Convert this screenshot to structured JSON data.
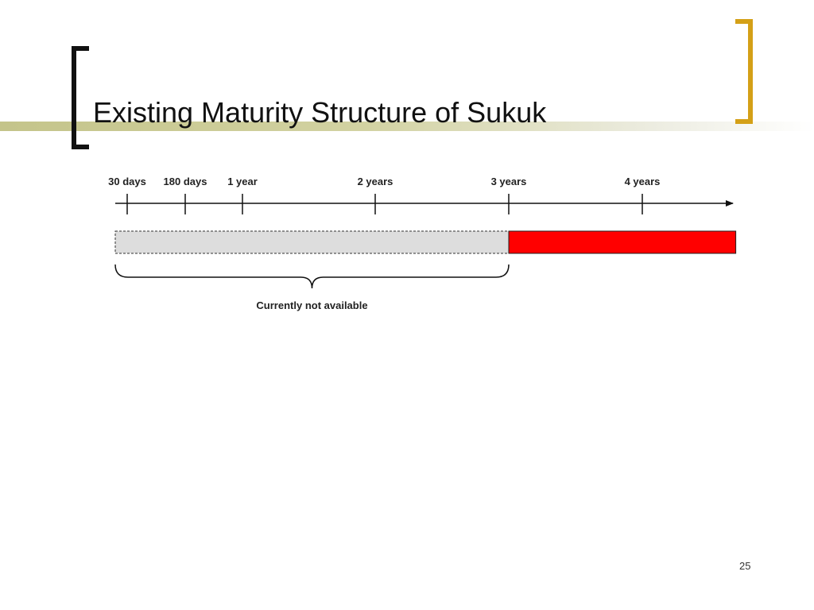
{
  "slide": {
    "title": "Existing Maturity Structure of Sukuk",
    "page_number": "25"
  },
  "colors": {
    "left_bracket": "#111111",
    "right_bracket": "#d4a017",
    "accent_line": "#c8c896",
    "unavailable_bar": "#dddddd",
    "available_bar": "#ff0000"
  },
  "timeline": {
    "ticks": [
      {
        "label": "30 days",
        "years": 0.0822
      },
      {
        "label": "180 days",
        "years": 0.4932
      },
      {
        "label": "1 year",
        "years": 1
      },
      {
        "label": "2 years",
        "years": 2
      },
      {
        "label": "3 years",
        "years": 3
      },
      {
        "label": "4 years",
        "years": 4
      }
    ],
    "unavailable_range": [
      0,
      3
    ],
    "available_range": [
      3,
      4.7
    ],
    "brace_label": "Currently not available"
  }
}
